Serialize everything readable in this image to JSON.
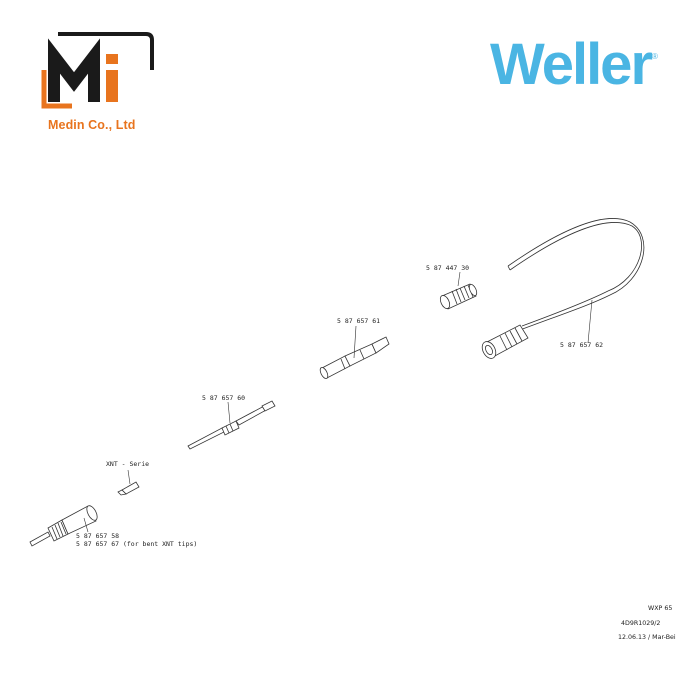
{
  "header": {
    "company_name": "Medin Co., Ltd",
    "brand": "Weller",
    "brand_mark": "®",
    "logo_lettering": "Mi"
  },
  "parts": {
    "cable_connector": "5 87 447 30",
    "heating_element": "5 87 657 61",
    "cable": "5 87 657 62",
    "tip_holder": "5 87 657 60",
    "tip_series": "XNT - Serie",
    "handle_line1": "5 87 657 58",
    "handle_line2": "5 87 657 67 (for bent XNT tips)"
  },
  "title_block": {
    "model": "WXP 65",
    "drawing_number": "4D9R1029/2",
    "date_author": "12.06.13 / Mar-Bei"
  },
  "colors": {
    "logo_dark": "#1a1a1a",
    "logo_orange": "#e8741e",
    "brand_blue": "#4ab5e3",
    "line": "#333333"
  }
}
